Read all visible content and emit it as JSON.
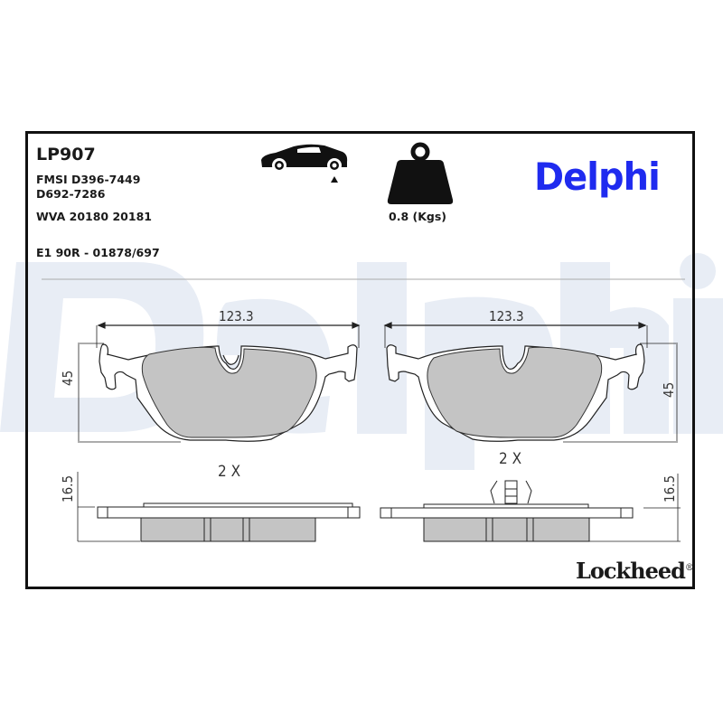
{
  "product": {
    "code": "LP907",
    "fmsi_line1": "FMSI D396-7449",
    "fmsi_line2": "D692-7286",
    "wva": "WVA 20180 20181",
    "ece": "E1 90R - 01878/697",
    "weight": "0.8 (Kgs)"
  },
  "icons": {
    "car": "car-rear-axle-icon",
    "weight": "weight-icon"
  },
  "brands": {
    "primary": "Delphi",
    "primary_color": "#1f2bef",
    "secondary": "Lockheed",
    "secondary_mark": "®",
    "watermark": "Delphi"
  },
  "drawing": {
    "left_pad": {
      "width": "123.3",
      "height": "45"
    },
    "right_pad": {
      "width": "123.3",
      "height": "45"
    },
    "quantity_left": "2 X",
    "quantity_right": "2 X",
    "thickness_left": "16.5",
    "thickness_right": "16.5",
    "friction_color": "#c4c4c4",
    "outline_color": "#222222"
  }
}
